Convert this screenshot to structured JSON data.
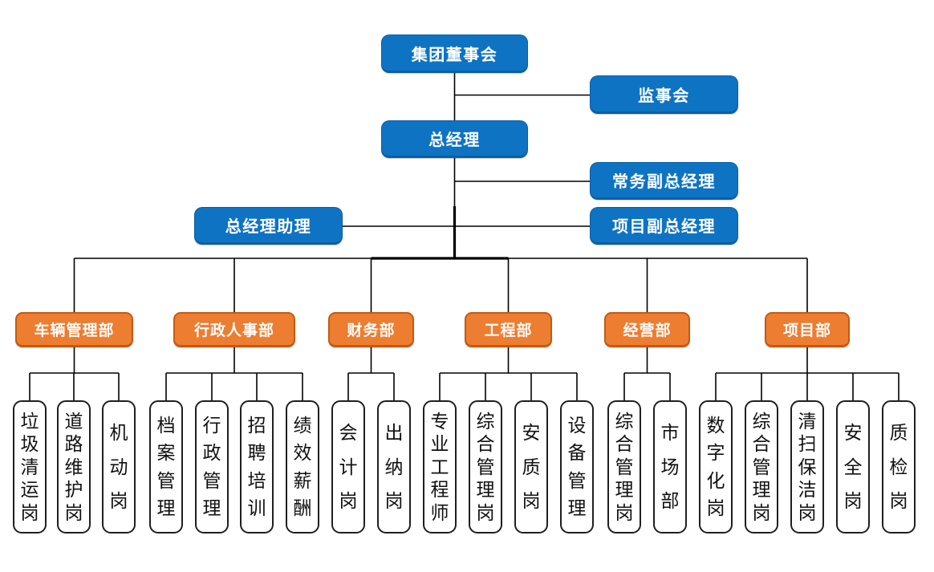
{
  "executives": {
    "board": "集团董事会",
    "supervisory": "监事会",
    "general_manager": "总经理",
    "deputy_exec": "常务副总经理",
    "gm_assistant": "总经理助理",
    "deputy_project": "项目副总经理"
  },
  "departments": [
    {
      "label": "车辆管理部",
      "children": [
        "垃圾清运岗",
        "道路维护岗",
        "机动岗"
      ]
    },
    {
      "label": "行政人事部",
      "children": [
        "档案管理",
        "行政管理",
        "招聘培训",
        "绩效薪酬"
      ]
    },
    {
      "label": "财务部",
      "children": [
        "会计岗",
        "出纳岗"
      ]
    },
    {
      "label": "工程部",
      "children": [
        "专业工程师",
        "综合管理岗",
        "安质岗",
        "设备管理"
      ]
    },
    {
      "label": "经营部",
      "children": [
        "综合管理岗",
        "市场部"
      ]
    },
    {
      "label": "项目部",
      "children": [
        "数字化岗",
        "综合管理岗",
        "清扫保洁岗",
        "安全岗",
        "质检岗"
      ]
    }
  ],
  "colors": {
    "blue": "#0E73C2",
    "blue_border": "#0A5FA6",
    "orange": "#ED7D31",
    "orange_border": "#C55A11",
    "line": "#000000",
    "pos_border": "#1F1F1F"
  }
}
